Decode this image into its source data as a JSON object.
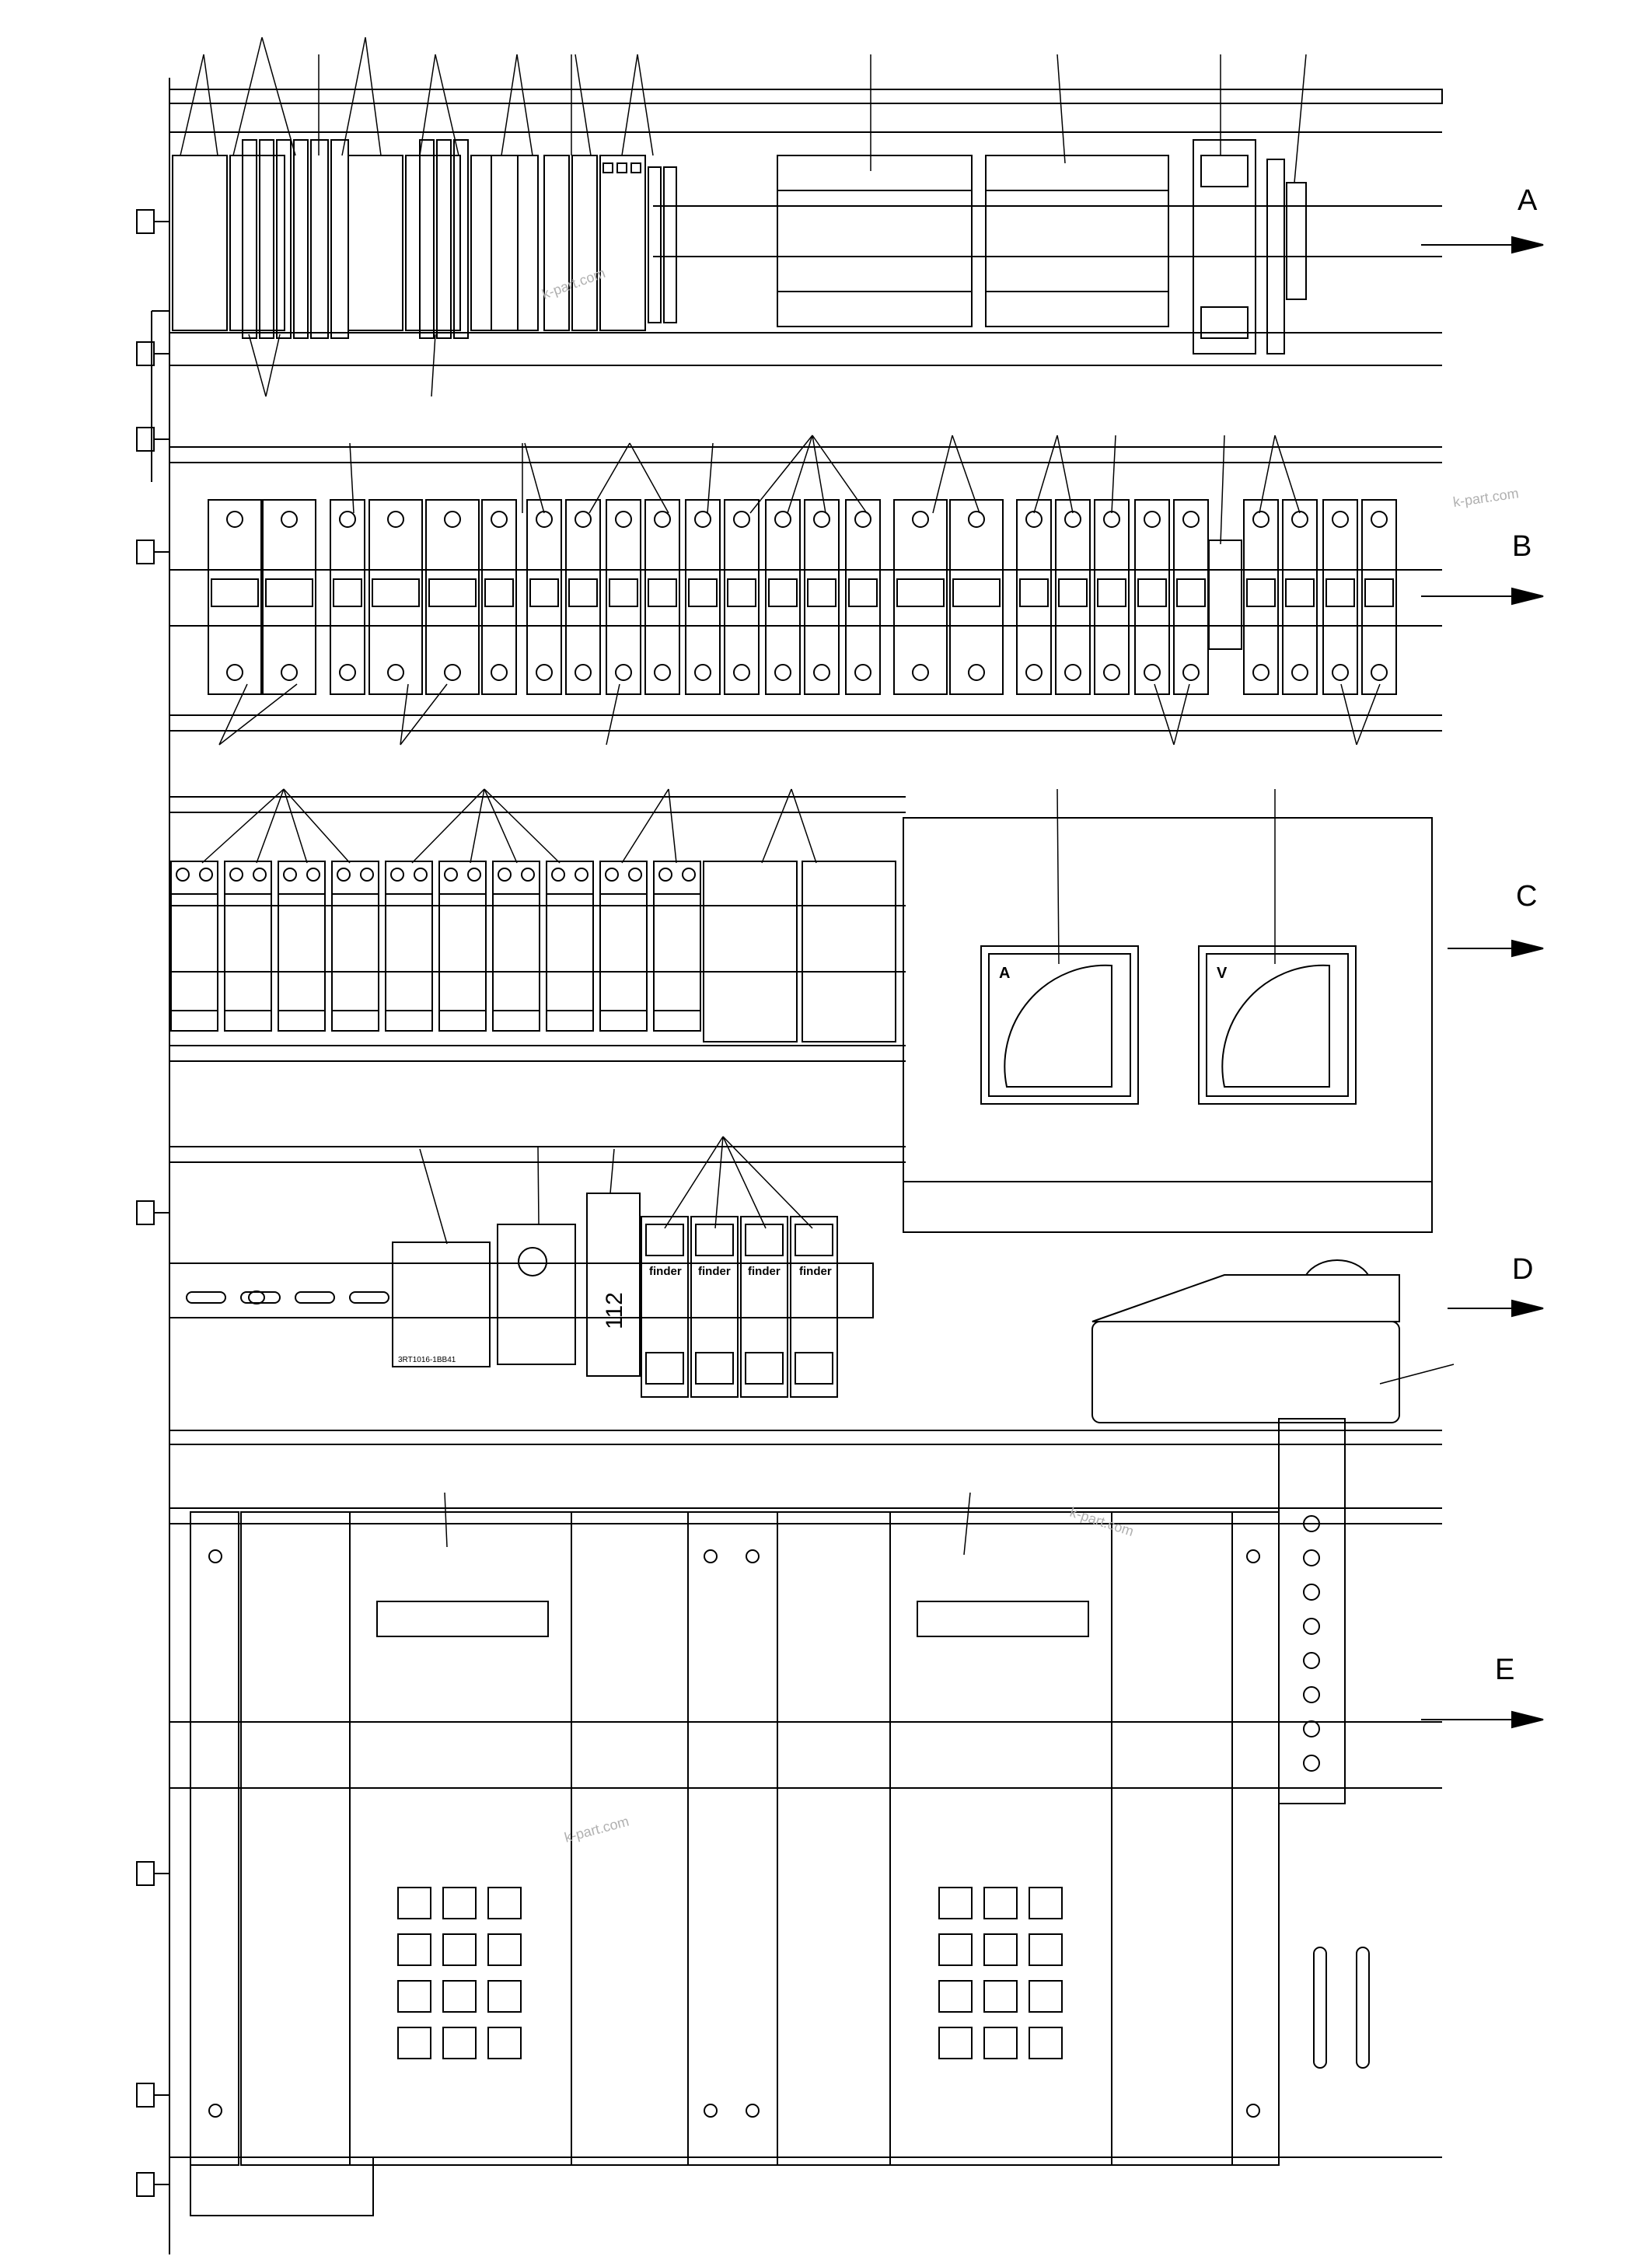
{
  "rows": [
    {
      "id": "A",
      "label": "A"
    },
    {
      "id": "B",
      "label": "B"
    },
    {
      "id": "C",
      "label": "C"
    },
    {
      "id": "D",
      "label": "D"
    },
    {
      "id": "E",
      "label": "E"
    }
  ],
  "meters": [
    {
      "id": "ammeter",
      "label": "A"
    },
    {
      "id": "voltmeter",
      "label": "V"
    }
  ],
  "module_text": {
    "terminal_number": "112",
    "contactor_part": "3RT1016-1BB41",
    "relay_brand": "finder"
  },
  "watermarks": [
    "k-part.com",
    "k-part.com",
    "k-part.com",
    "k-part.com"
  ],
  "colors": {
    "line": "#000000",
    "background": "#ffffff",
    "watermark": "#b0b0b0"
  }
}
